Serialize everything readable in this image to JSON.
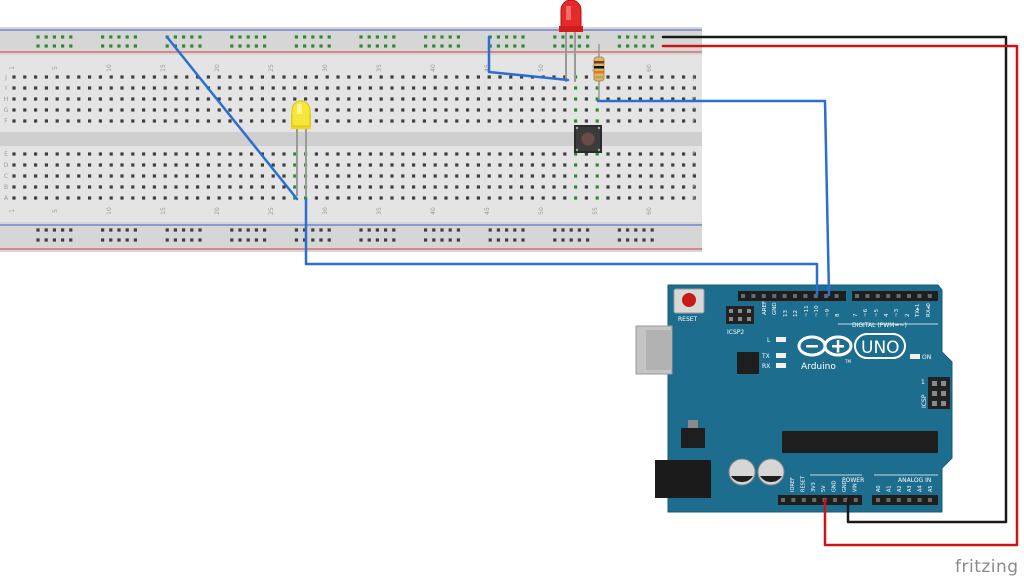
{
  "breadboard": {
    "column_numbers": [
      "1",
      "5",
      "10",
      "15",
      "20",
      "25",
      "30",
      "35",
      "40",
      "45",
      "50",
      "55",
      "60"
    ],
    "row_letters_top": [
      "J",
      "I",
      "H",
      "G",
      "F"
    ],
    "row_letters_bottom": [
      "E",
      "D",
      "C",
      "B",
      "A"
    ]
  },
  "arduino": {
    "reset_label": "RESET",
    "icsp2_label": "ICSP2",
    "l_label": "L",
    "tx_label": "TX",
    "rx_label": "RX",
    "logo_text": "UNO",
    "brand_text": "Arduino",
    "tm_text": "TM",
    "on_label": "ON",
    "icsp_label": "ICSP",
    "icsp_one": "1",
    "digital_label": "DIGITAL (PWM=~)",
    "aref_label": "AREF",
    "gnd_label": "GND",
    "digital_pins": [
      "13",
      "12",
      "~11",
      "~10",
      "~9",
      "8",
      "7",
      "~6",
      "~5",
      "4",
      "~3",
      "2",
      "TX▸1",
      "RX◂0"
    ],
    "power_label": "POWER",
    "power_pins": [
      "IOREF",
      "RESET",
      "3V3",
      "5V",
      "GND",
      "GND",
      "VIN"
    ],
    "analog_label": "ANALOG IN",
    "analog_pins": [
      "A0",
      "A1",
      "A2",
      "A3",
      "A4",
      "A5"
    ]
  },
  "watermark": "fritzing",
  "colors": {
    "board": "#1d6e8e",
    "wire_blue": "#2a6fd1",
    "wire_red": "#cc1414",
    "wire_black": "#1a1a1a",
    "led_red": "#e52020",
    "led_yellow": "#f5e21a",
    "hole_green": "#2f8a2f"
  }
}
